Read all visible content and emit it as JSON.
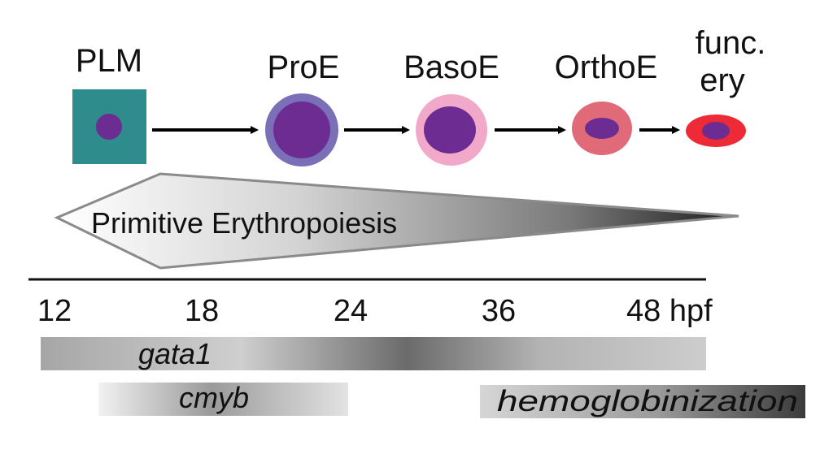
{
  "stages": [
    {
      "label": "PLM"
    },
    {
      "label": "ProE"
    },
    {
      "label": "BasoE"
    },
    {
      "label": "OrthoE"
    },
    {
      "label_line1": "func.",
      "label_line2": "ery"
    }
  ],
  "band_label": "Primitive Erythropoiesis",
  "timeline": {
    "ticks": [
      "12",
      "18",
      "24",
      "36",
      "48 hpf"
    ]
  },
  "genes": [
    {
      "label": "gata1"
    },
    {
      "label": "cmyb"
    },
    {
      "label": "hemoglobinization"
    }
  ],
  "colors": {
    "plm_square": "#2f8c8c",
    "nucleus": "#6d2c91",
    "proe_cytoplasm": "#7a70b8",
    "basoe_cytoplasm": "#f2a8c8",
    "orthoe_cytoplasm": "#e06a78",
    "ery_cytoplasm": "#ee2a36",
    "arrow": "#000000"
  }
}
